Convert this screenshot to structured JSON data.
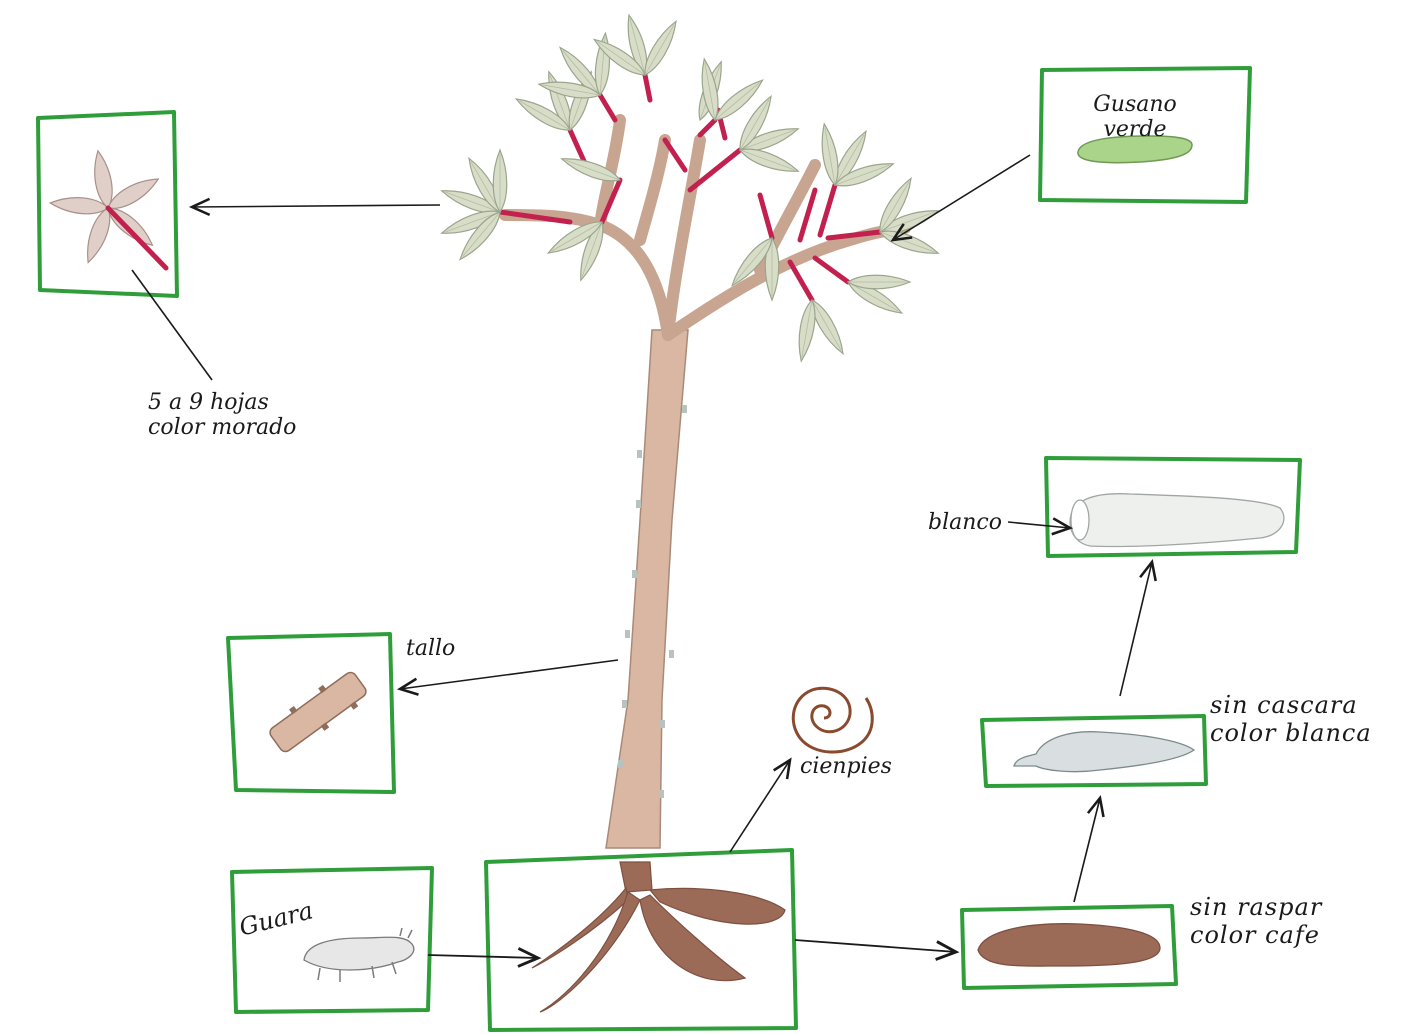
{
  "labels": {
    "hojas_line1": "5 a 9 hojas",
    "hojas_line2": "color morado",
    "gusano_line1": "Gusano",
    "gusano_line2": "verde",
    "tallo": "tallo",
    "cienpies": "cienpies",
    "blanco": "blanco",
    "sin_cascara_line1": "sin cascara",
    "sin_cascara_line2": "color blanca",
    "sin_raspar_line1": "sin raspar",
    "sin_raspar_line2": "color cafe",
    "guara": "Guara"
  },
  "colors": {
    "box_border": "#2f9e3a",
    "leaf": "#d8ddc8",
    "leaf_stroke": "#9aa58c",
    "petiole": "#c2204e",
    "trunk": "#d9b7a3",
    "trunk_stroke": "#a98a78",
    "root": "#9c6b57",
    "root_dark": "#7d5040",
    "caterpillar": "#a9d48a",
    "flesh": "#d9dfe0",
    "ink": "#1a1a1a",
    "centipede": "#8a4a2e"
  }
}
